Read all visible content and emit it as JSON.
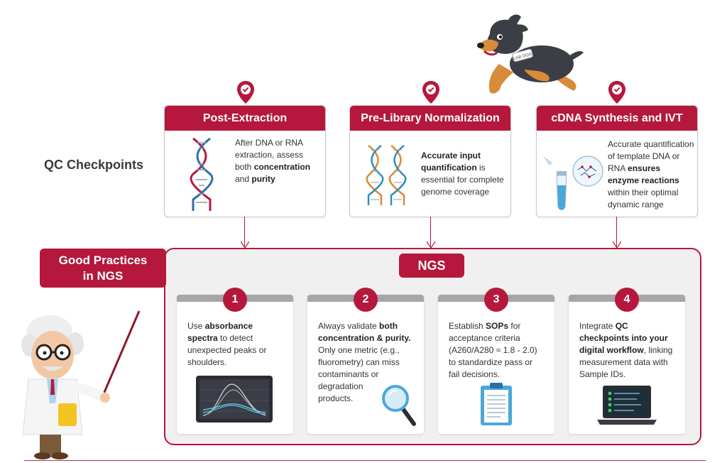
{
  "qc_label": "QC Checkpoints",
  "colors": {
    "accent": "#b5183c",
    "card_border": "#c9c9c9",
    "panel_bg": "#f0f0f0",
    "card_topbar": "#a6a6a6"
  },
  "checkpoints": [
    {
      "title": "Post-Extraction",
      "text": [
        "After DNA or RNA",
        "extraction, assess",
        "both ",
        "concentration",
        "and ",
        "purity"
      ],
      "icon": "dna-helix-icon"
    },
    {
      "title": "Pre-Library Normalization",
      "text": [
        "Accurate input",
        "quantification",
        " is",
        "essential for complete",
        "genome coverage"
      ],
      "icon": "double-dna-helix-icon"
    },
    {
      "title": "cDNA Synthesis and IVT",
      "text": [
        "Accurate quantification",
        "of template DNA or",
        "RNA ",
        "ensures",
        "enzyme reactions",
        "within their optimal",
        "dynamic range"
      ],
      "icon": "test-tube-molecule-icon"
    }
  ],
  "good_practices": {
    "tab_label_line1": "Good Practices",
    "tab_label_line2": "in NGS",
    "ngs_label": "NGS",
    "cards": [
      {
        "number": "1",
        "icon": "spectrum-monitor-icon",
        "text": [
          "Use ",
          "absorbance",
          "spectra",
          " to detect",
          "unexpected peaks or",
          "shoulders."
        ]
      },
      {
        "number": "2",
        "icon": "magnifier-icon",
        "text": [
          "Always validate ",
          "both",
          "concentration & purity.",
          "Only one metric (e.g.,",
          "fluorometry) can miss",
          "contaminants or",
          "degradation",
          "products."
        ]
      },
      {
        "number": "3",
        "icon": "clipboard-icon",
        "text": [
          "Establish ",
          "SOPs",
          " for",
          "acceptance criteria",
          "(A260/A280 ≈ 1.8 - 2.0)",
          "to standardize pass or",
          "fail decisions."
        ]
      },
      {
        "number": "4",
        "icon": "laptop-icon",
        "text": [
          "Integrate ",
          "QC",
          "checkpoints into your",
          "digital workflow",
          ", linking",
          "measurement data with",
          "Sample IDs."
        ]
      }
    ]
  },
  "dog_tag": "LAB DOG"
}
